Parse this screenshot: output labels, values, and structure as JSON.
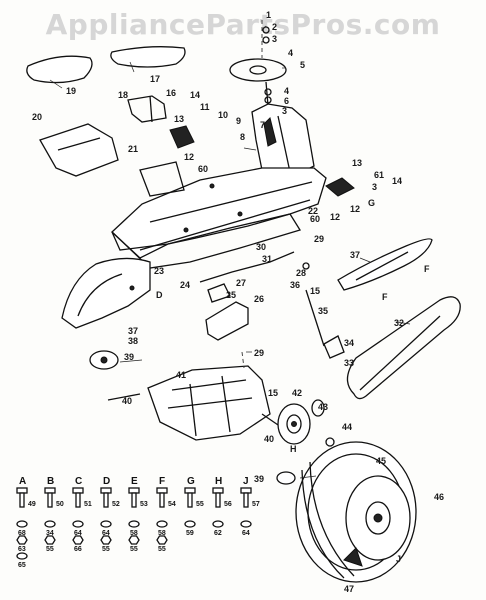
{
  "watermark": "AppliancePartsPros.com",
  "callouts": {
    "c1": "1",
    "c2": "2",
    "c3a": "3",
    "c4a": "4",
    "c5": "5",
    "c4b": "4",
    "c6": "6",
    "c3b": "3",
    "c7": "7",
    "c8": "8",
    "c9": "9",
    "c10": "10",
    "c11": "11",
    "c12a": "12",
    "c13a": "13",
    "c14a": "14",
    "c16": "16",
    "c17": "17",
    "c18": "18",
    "c19": "19",
    "c20": "20",
    "c21": "21",
    "c22": "22",
    "c60a": "60",
    "c12b": "12",
    "c13b": "13",
    "c61": "61",
    "c3c": "3",
    "c14b": "14",
    "c60b": "60",
    "c12c": "12",
    "cG": "G",
    "c29a": "29",
    "c28": "28",
    "c36": "36",
    "c15a": "15",
    "c37": "37",
    "cFa": "F",
    "cFb": "F",
    "c30": "30",
    "c31": "31",
    "c23": "23",
    "cD": "D",
    "c24": "24",
    "c27": "27",
    "c25": "25",
    "c26": "26",
    "c35": "35",
    "c32": "32",
    "c37b": "37",
    "c38": "38",
    "c39a": "39",
    "c34": "34",
    "c33": "33",
    "c29b": "29",
    "c41": "41",
    "c40a": "40",
    "c15b": "15",
    "c42": "42",
    "c43": "43",
    "c40b": "40",
    "c44": "44",
    "cH": "H",
    "c39b": "39",
    "c45": "45",
    "c46": "46",
    "cJ": "J",
    "c47": "47"
  },
  "hardware": [
    {
      "letter": "A",
      "part": "49",
      "items": [
        "68",
        "63",
        "65"
      ]
    },
    {
      "letter": "B",
      "part": "50",
      "items": [
        "34",
        "55"
      ]
    },
    {
      "letter": "C",
      "part": "51",
      "items": [
        "64",
        "66"
      ]
    },
    {
      "letter": "D",
      "part": "52",
      "items": [
        "64",
        "55"
      ]
    },
    {
      "letter": "E",
      "part": "53",
      "items": [
        "58",
        "55"
      ]
    },
    {
      "letter": "F",
      "part": "54",
      "items": [
        "58",
        "55"
      ]
    },
    {
      "letter": "G",
      "part": "55",
      "items": [
        "59"
      ]
    },
    {
      "letter": "H",
      "part": "56",
      "items": [
        "62"
      ]
    },
    {
      "letter": "J",
      "part": "57",
      "items": [
        "64"
      ]
    }
  ]
}
